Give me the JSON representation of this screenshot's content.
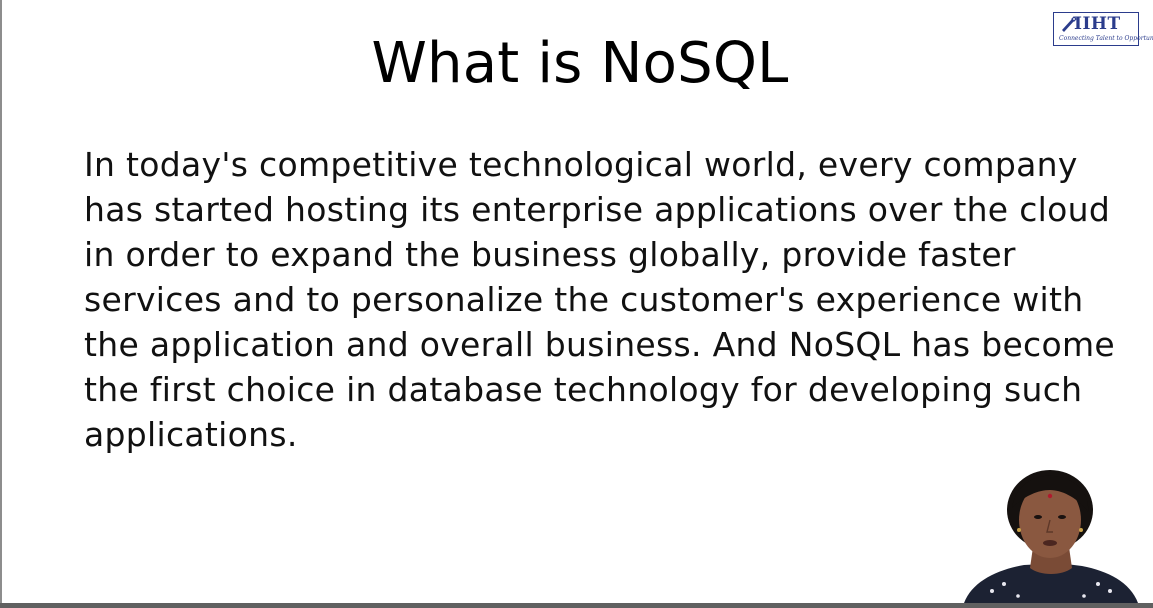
{
  "slide": {
    "title": "What is NoSQL",
    "body": "In today's competitive technological world, every company has started hosting its enterprise applications over the cloud in order to expand the business globally, provide faster services and to personalize the customer's experience with the application and overall business. And NoSQL has become the first choice in database technology for developing such applications."
  },
  "logo": {
    "name": "IIHT",
    "tagline": "Connecting Talent to Opportunity"
  },
  "presenter": {
    "icon": "presenter-video-thumbnail"
  },
  "colors": {
    "background": "#ffffff",
    "text": "#000000",
    "logo": "#2b3c8c",
    "bottom_bar": "#606060"
  }
}
